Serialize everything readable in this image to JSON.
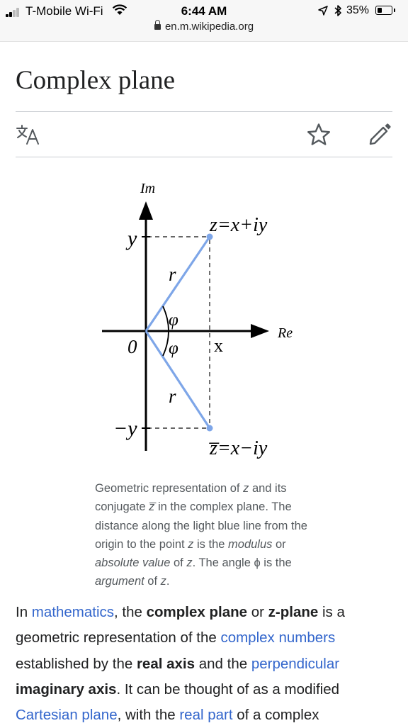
{
  "status_bar": {
    "carrier": "T-Mobile Wi-Fi",
    "time": "6:44 AM",
    "url": "en.m.wikipedia.org",
    "battery": "35%",
    "battery_level": 0.35
  },
  "page": {
    "title": "Complex plane"
  },
  "toolbar": {
    "icons": [
      "language-icon",
      "star-icon",
      "pencil-icon"
    ]
  },
  "figure": {
    "labels": {
      "im_axis": "Im",
      "re_axis": "Re",
      "y": "y",
      "neg_y": "−y",
      "origin": "0",
      "x": "x",
      "r_top": "r",
      "r_bottom": "r",
      "phi_top": "φ",
      "phi_bottom": "φ",
      "z": "z=x+iy",
      "z_bar": "z̅=x−iy"
    },
    "colors": {
      "vector": "#7ea6e8",
      "axis": "#000000"
    },
    "caption": {
      "p1": "Geometric representation of ",
      "z1": "z",
      "p2": " and its conjugate ",
      "zbar": "z̅",
      "p3": " in the complex plane. The distance along the light blue line from the origin to the point ",
      "z2": "z",
      "p4": " is the ",
      "modulus": "modulus",
      "p5": " or ",
      "abs": "absolute value",
      "p6": " of ",
      "z3": "z",
      "p7": ". The angle ϕ is the ",
      "arg": "argument",
      "p8": " of ",
      "z4": "z",
      "p9": "."
    }
  },
  "article": {
    "t1": "In ",
    "link_mathematics": "mathematics",
    "t2": ", the ",
    "b_complex_plane": "complex plane",
    "t3": " or ",
    "b_z_plane": "z-plane",
    "t4": " is a geometric representation of the ",
    "link_complex_numbers": "complex numbers",
    "t5": " established by the ",
    "b_real_axis": "real axis",
    "t6": " and the ",
    "link_perpendicular": "perpendicular",
    "t7": " ",
    "b_imaginary_axis": "imaginary axis",
    "t8": ". It can be thought of as a modified ",
    "link_cartesian": "Cartesian plane",
    "t9": ", with the ",
    "link_real_part": "real part",
    "t10": " of a complex"
  },
  "colors": {
    "link": "#3366cc",
    "caption_text": "#54595d",
    "divider": "#c8ccd1",
    "icon": "#54595d"
  }
}
